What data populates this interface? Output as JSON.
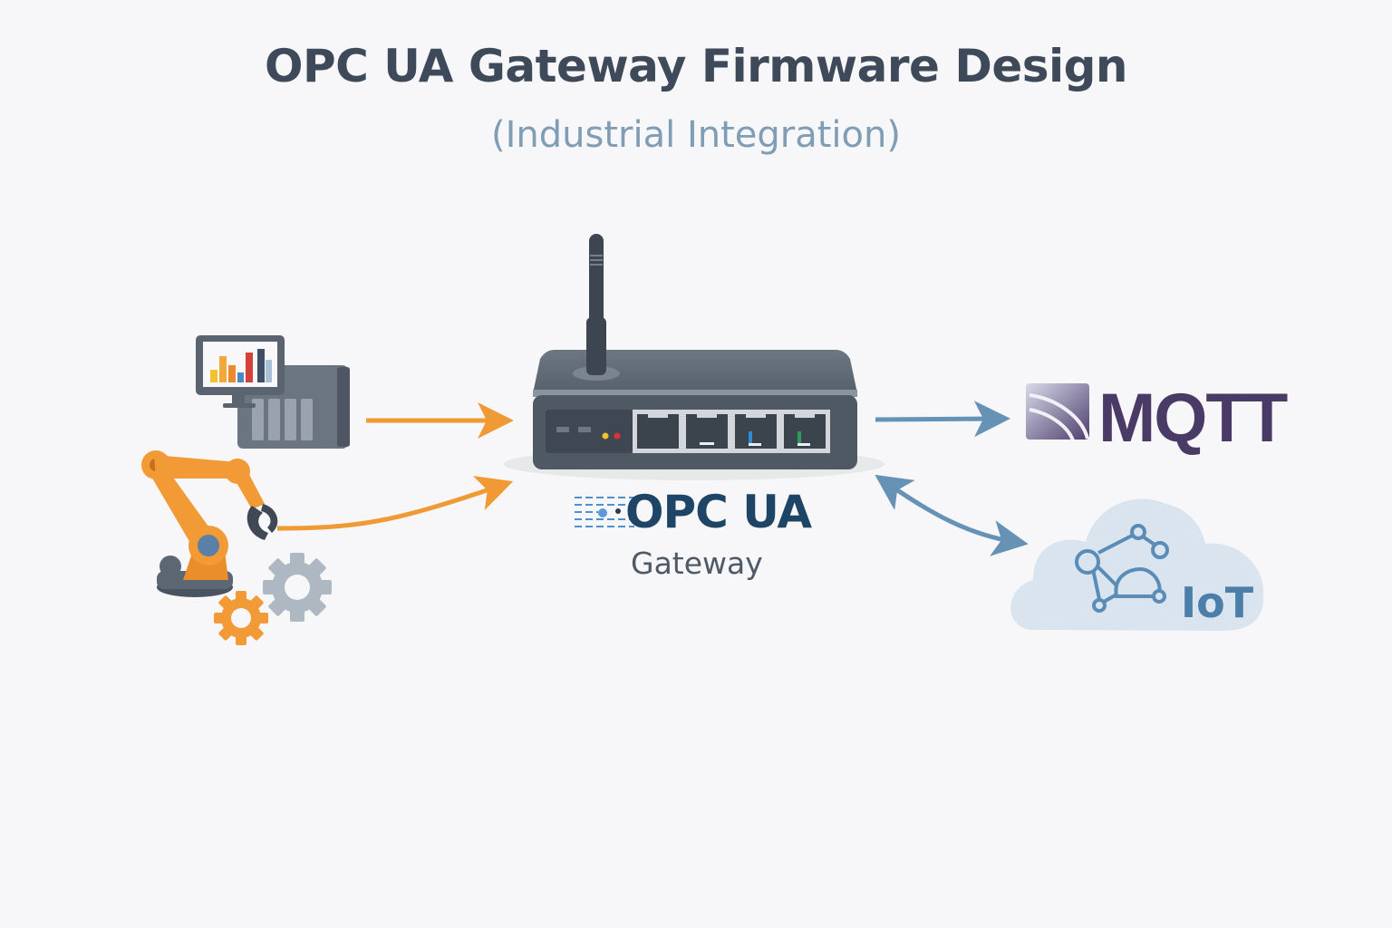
{
  "title": "OPC UA Gateway Firmware Design",
  "subtitle": "(Industrial Integration)",
  "colors": {
    "background": "#f7f6f8",
    "title": "#3e4a59",
    "subtitle": "#7f9db5",
    "input_arrow": "#f09a35",
    "output_arrow": "#6592b5",
    "device_body": "#4f5964",
    "mqtt": "#4a3a66",
    "iot": "#4b7ea8",
    "cloud": "#d9e4ee"
  },
  "sources": [
    {
      "name": "PLC / HMI controller",
      "icon": "plc-monitor-icon"
    },
    {
      "name": "Industrial robot arm",
      "icon": "robot-arm-icon"
    },
    {
      "name": "Machinery gears",
      "icon": "gears-icon"
    }
  ],
  "gateway": {
    "logo_label": "OPC UA",
    "label": "Gateway",
    "ports": 4,
    "leds": [
      "#f2c12e",
      "#d9343a"
    ]
  },
  "destinations": {
    "mqtt": {
      "label": "MQTT",
      "icon": "mqtt-logo-icon",
      "direction": "one-way"
    },
    "iot": {
      "label": "IoT",
      "icon": "iot-cloud-icon",
      "direction": "bidirectional"
    }
  }
}
